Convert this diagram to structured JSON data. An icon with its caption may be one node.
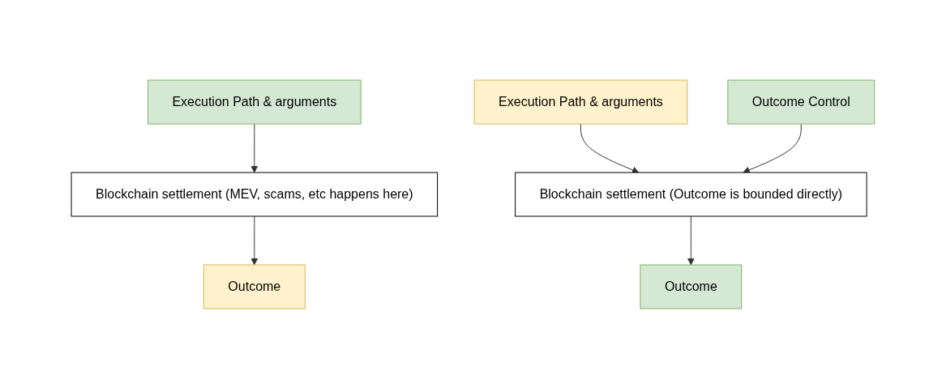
{
  "diagram": {
    "nodes": [
      {
        "text": [
          "Blockchain settlement (MEV, scams, etc happens here)"
        ]
      },
      {
        "text": [
          "Execution Path & arguments"
        ]
      },
      {
        "text": [
          "Outcome"
        ]
      },
      {
        "text": [
          "Execution Path & arguments"
        ]
      },
      {
        "text": [
          "Blockchain settlement (Outcome is bounded directly)"
        ]
      },
      {
        "text": [
          "Outcome Control"
        ]
      },
      {
        "text": [
          "Outcome"
        ]
      }
    ],
    "edges": [
      {
        "from": 1,
        "to": 0,
        "arrow": "to"
      },
      {
        "from": 0,
        "to": 2,
        "arrow": "to"
      },
      {
        "from": 3,
        "to": 4,
        "arrow": "to"
      },
      {
        "from": 5,
        "to": 4,
        "arrow": "to"
      },
      {
        "from": 4,
        "to": 6,
        "arrow": "to"
      }
    ]
  }
}
